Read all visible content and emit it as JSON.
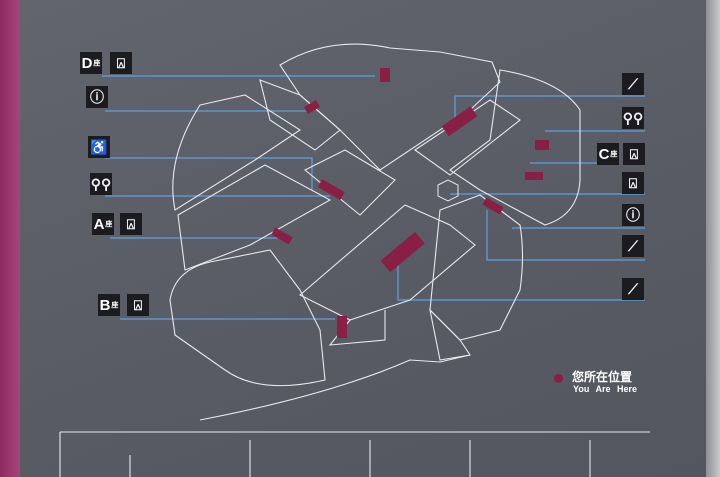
{
  "sign": {
    "colors": {
      "board": "#5c5e68",
      "accent": "#8a1f45",
      "strip": "#a0306a",
      "leader": "#5fa0e0",
      "outline": "#e8e8ee"
    },
    "left_markers": [
      {
        "block": "D",
        "superscript": "座",
        "icon": "elevator-icon"
      },
      {
        "icon": "info-icon"
      },
      {
        "icon": "wheelchair-icon"
      },
      {
        "icon": "restroom-icon"
      },
      {
        "block": "A",
        "superscript": "座",
        "icon": "elevator-icon"
      },
      {
        "block": "B",
        "superscript": "座",
        "icon": "elevator-icon"
      }
    ],
    "right_markers": [
      {
        "icon": "escalator-icon"
      },
      {
        "icon": "restroom-icon"
      },
      {
        "block": "C",
        "superscript": "座",
        "icon": "elevator-icon"
      },
      {
        "icon": "elevator-icon"
      },
      {
        "icon": "info-icon"
      },
      {
        "icon": "escalator-icon"
      },
      {
        "icon": "escalator-icon"
      }
    ],
    "legend": {
      "label_zh": "您所在位置",
      "label_en": "You Are Here"
    }
  }
}
